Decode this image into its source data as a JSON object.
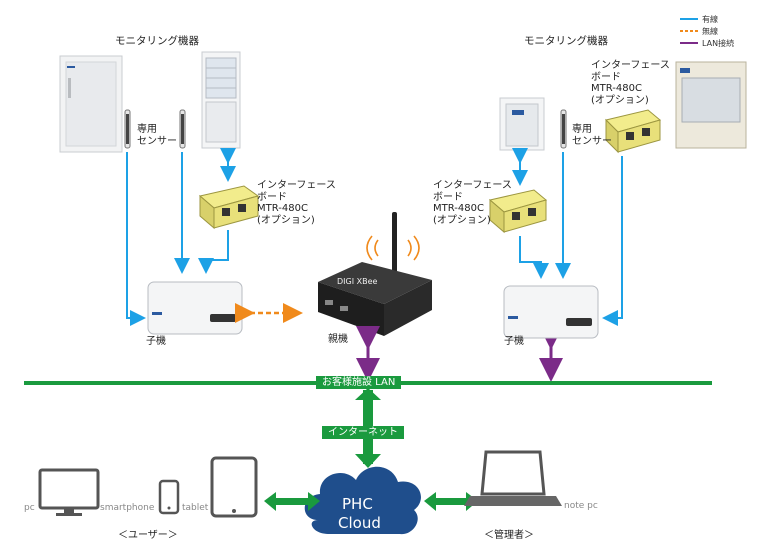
{
  "colors": {
    "wired": "#1da1e6",
    "wireless": "#f08a1c",
    "lan": "#7b2b88",
    "network": "#1a9a3e",
    "cloud": "#1f4e8c",
    "interface_board": "#e8e07a"
  },
  "legend": {
    "wired": "有線",
    "wireless": "無線",
    "lan": "LAN接続"
  },
  "left_group": {
    "title": "モニタリング機器",
    "sensor_label": "専用\nセンサー",
    "interface_label": "インターフェース\nボード\nMTR-480C\n(オプション)",
    "child_label": "子機"
  },
  "right_group": {
    "title": "モニタリング機器",
    "sensor_label": "専用\nセンサー",
    "interface_top_label": "インターフェース\nボード\nMTR-480C\n(オプション)",
    "interface_mid_label": "インターフェース\nボード\nMTR-480C\n(オプション)",
    "child_label": "子機"
  },
  "parent": {
    "label": "親機",
    "device_text": "DIGI XBee"
  },
  "network": {
    "lan_label": "お客様施設 LAN",
    "internet_label": "インターネット"
  },
  "cloud": {
    "line1": "PHC",
    "line2": "Cloud"
  },
  "users": {
    "pc": "pc",
    "smartphone": "smartphone",
    "tablet": "tablet",
    "group_label": "＜ユーザー＞"
  },
  "admin": {
    "device": "note pc",
    "group_label": "＜管理者＞"
  }
}
